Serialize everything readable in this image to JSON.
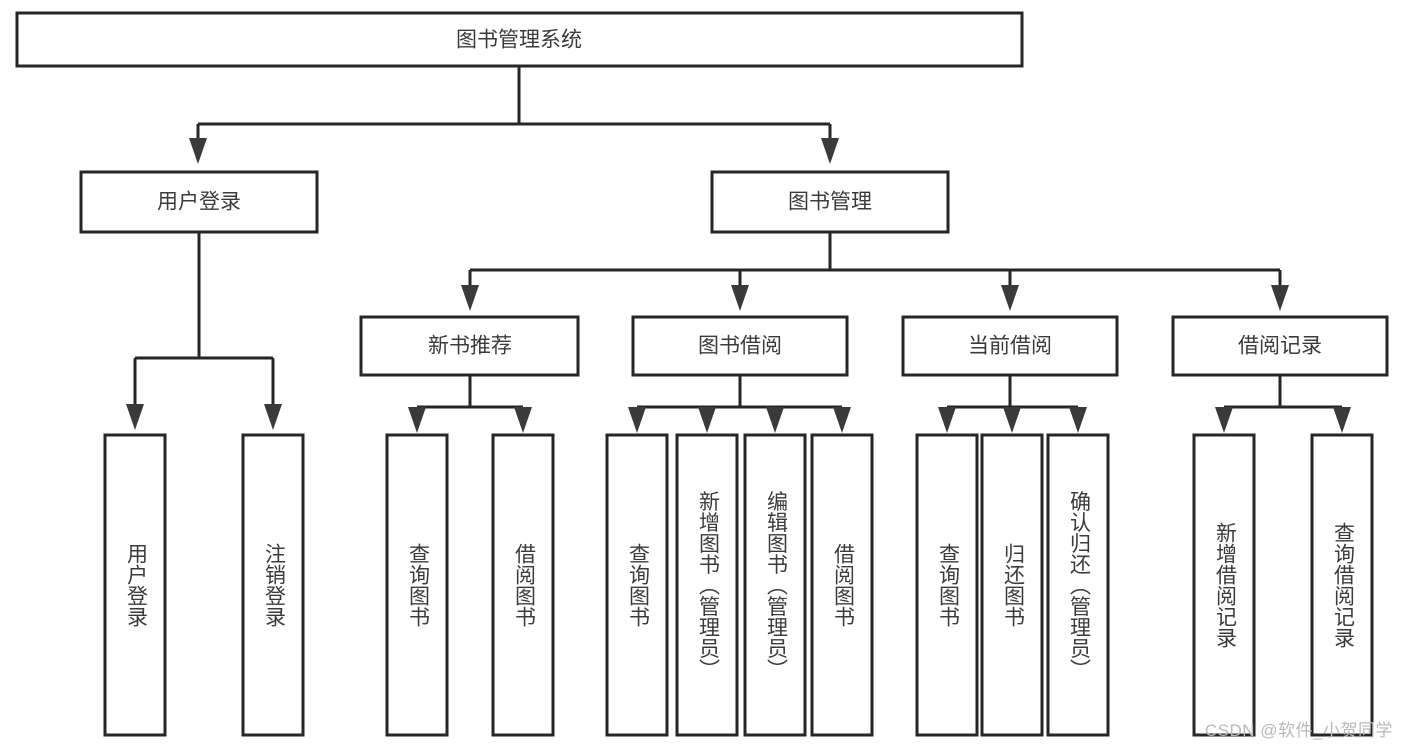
{
  "diagram": {
    "title": "图书管理系统",
    "type": "tree-hierarchy-diagram",
    "colors": {
      "box_stroke": "#262626",
      "box_fill": "#ffffff",
      "connector": "#262626",
      "arrow": "#3a3a3a",
      "text": "#3b3b3b",
      "background": "#ffffff",
      "watermark": "#b9b9b9"
    },
    "root": {
      "label": "图书管理系统"
    },
    "level2": [
      {
        "label": "用户登录"
      },
      {
        "label": "图书管理"
      }
    ],
    "level3": [
      {
        "label": "新书推荐"
      },
      {
        "label": "图书借阅"
      },
      {
        "label": "当前借阅"
      },
      {
        "label": "借阅记录"
      }
    ],
    "leaves": {
      "user_login": [
        {
          "label": "用户登录"
        },
        {
          "label": "注销登录"
        }
      ],
      "new_book_recommend": [
        {
          "label": "查询图书"
        },
        {
          "label": "借阅图书"
        }
      ],
      "book_borrow": [
        {
          "label": "查询图书"
        },
        {
          "label": "新增图书（管理员）"
        },
        {
          "label": "编辑图书（管理员）"
        },
        {
          "label": "借阅图书"
        }
      ],
      "current_borrow": [
        {
          "label": "查询图书"
        },
        {
          "label": "归还图书"
        },
        {
          "label": "确认归还（管理员）"
        }
      ],
      "borrow_record": [
        {
          "label": "新增借阅记录"
        },
        {
          "label": "查询借阅记录"
        }
      ]
    }
  },
  "watermark": {
    "text": "CSDN @软件_小贺同学"
  }
}
